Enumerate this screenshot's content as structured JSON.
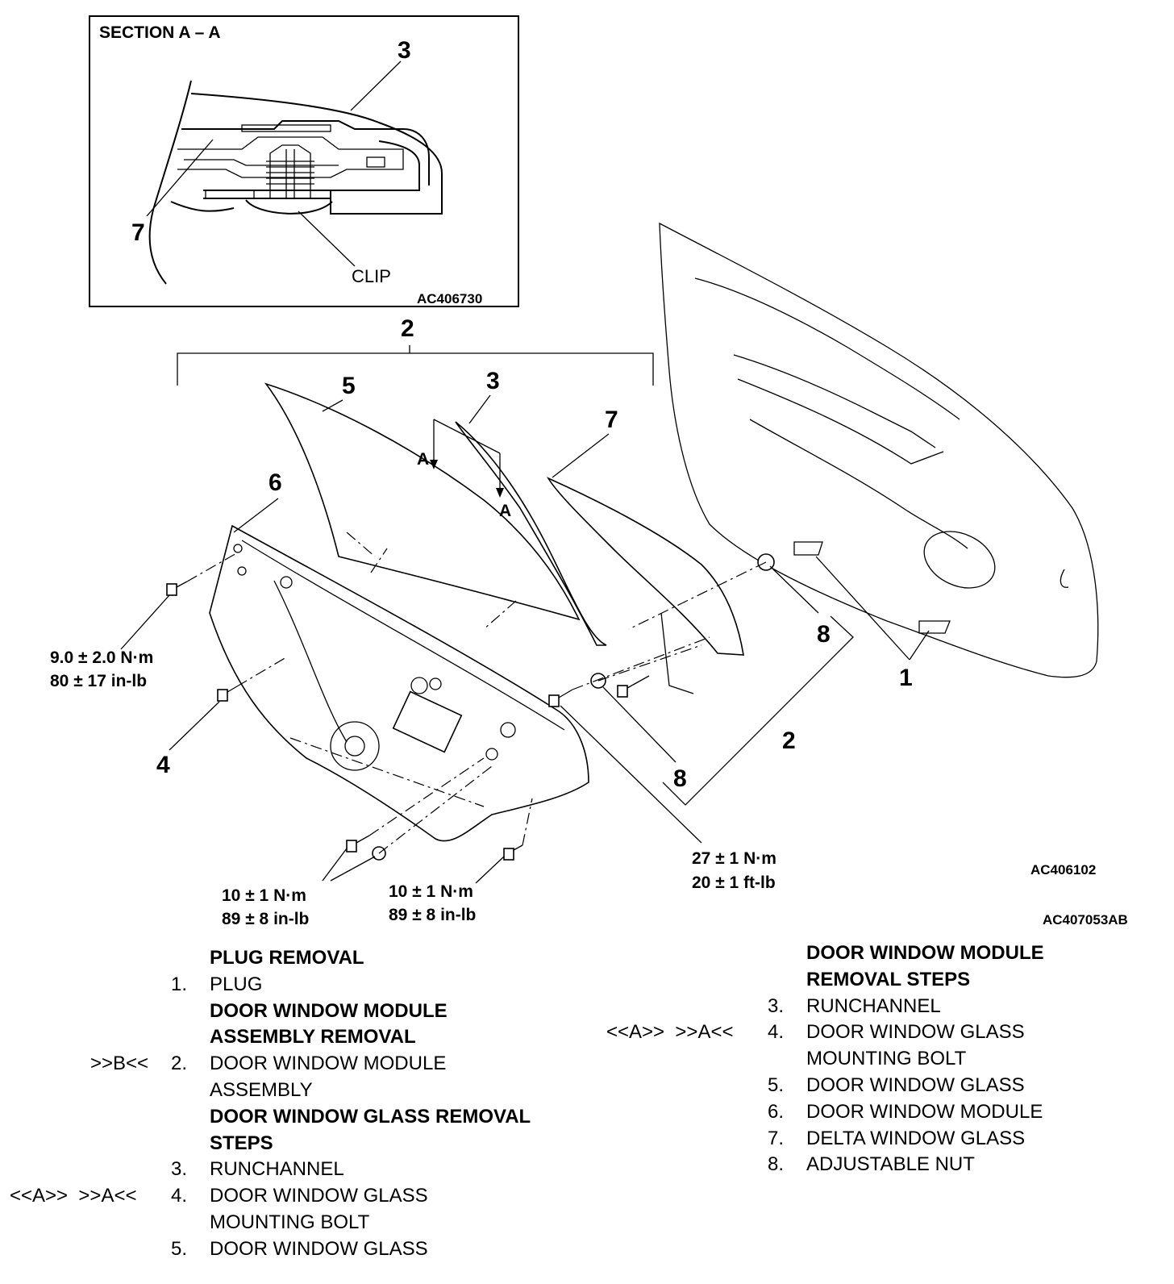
{
  "inset": {
    "title": "SECTION A – A",
    "callout_3": "3",
    "callout_7": "7",
    "clip_label": "CLIP",
    "code": "AC406730"
  },
  "diagram": {
    "callout_1": "1",
    "callout_2_top": "2",
    "callout_2_right": "2",
    "callout_3": "3",
    "callout_4": "4",
    "callout_5": "5",
    "callout_6": "6",
    "callout_7": "7",
    "callout_8_upper": "8",
    "callout_8_lower": "8",
    "section_mark_a_left": "A",
    "section_mark_a_right": "A",
    "torque_1_line1": "9.0 ± 2.0 N·m",
    "torque_1_line2": "80 ± 17 in-lb",
    "torque_2_line1": "10 ± 1 N·m",
    "torque_2_line2": "89 ± 8 in-lb",
    "torque_3_line1": "10 ± 1 N·m",
    "torque_3_line2": "89 ± 8 in-lb",
    "torque_4_line1": "27 ± 1 N·m",
    "torque_4_line2": "20 ± 1 ft-lb",
    "code_1": "AC406102",
    "code_2": "AC407053AB"
  },
  "steps_left": [
    {
      "type": "heading",
      "text": "PLUG REMOVAL"
    },
    {
      "type": "step",
      "num": "1.",
      "text": "PLUG"
    },
    {
      "type": "heading",
      "text": "DOOR WINDOW MODULE"
    },
    {
      "type": "heading",
      "text": "ASSEMBLY REMOVAL"
    },
    {
      "type": "step",
      "mark": ">>B<<",
      "num": "2.",
      "text": "DOOR WINDOW MODULE"
    },
    {
      "type": "cont",
      "text": "ASSEMBLY"
    },
    {
      "type": "heading",
      "text": "DOOR WINDOW GLASS REMOVAL"
    },
    {
      "type": "heading",
      "text": "STEPS"
    },
    {
      "type": "step",
      "num": "3.",
      "text": "RUNCHANNEL"
    },
    {
      "type": "step",
      "mark": "<<A>>  >>A<<",
      "num": "4.",
      "text": "DOOR WINDOW GLASS"
    },
    {
      "type": "cont",
      "text": "MOUNTING BOLT"
    },
    {
      "type": "step",
      "num": "5.",
      "text": "DOOR WINDOW GLASS"
    }
  ],
  "steps_right": [
    {
      "type": "heading",
      "text": "DOOR WINDOW MODULE"
    },
    {
      "type": "heading",
      "text": "REMOVAL STEPS"
    },
    {
      "type": "step",
      "num": "3.",
      "text": "RUNCHANNEL"
    },
    {
      "type": "step",
      "mark": "<<A>>  >>A<<",
      "num": "4.",
      "text": "DOOR WINDOW GLASS"
    },
    {
      "type": "cont",
      "text": "MOUNTING BOLT"
    },
    {
      "type": "step",
      "num": "5.",
      "text": "DOOR WINDOW GLASS"
    },
    {
      "type": "step",
      "num": "6.",
      "text": "DOOR WINDOW MODULE"
    },
    {
      "type": "step",
      "num": "7.",
      "text": "DELTA WINDOW GLASS"
    },
    {
      "type": "step",
      "num": "8.",
      "text": "ADJUSTABLE NUT"
    }
  ]
}
